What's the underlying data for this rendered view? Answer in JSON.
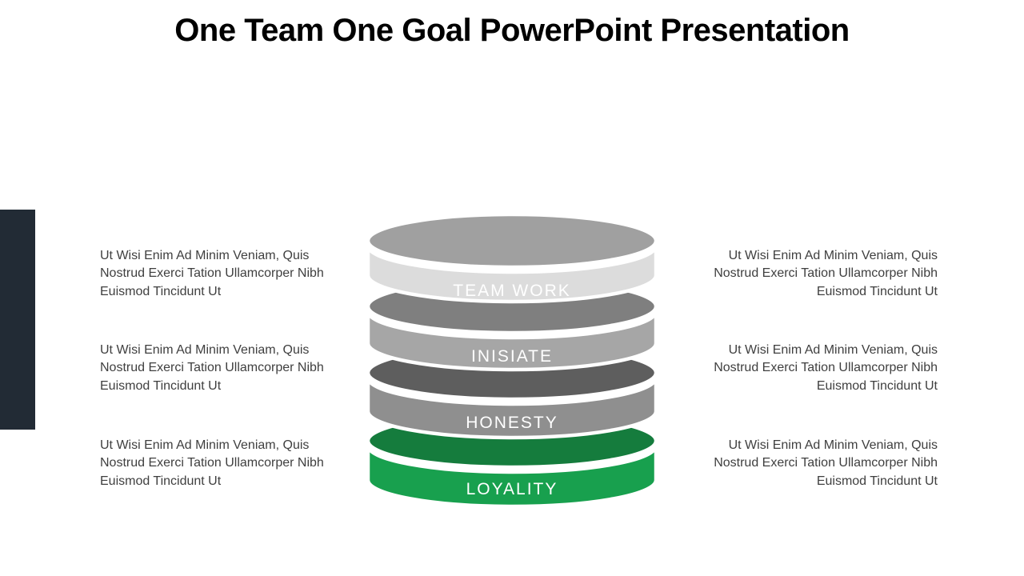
{
  "slide": {
    "title": "One Team One Goal PowerPoint Presentation",
    "background_color": "#ffffff",
    "accent_bar_color": "#222B35"
  },
  "diagram": {
    "type": "stacked-cylinder",
    "label_color": "#ffffff",
    "layers": [
      {
        "label": "TEAM WORK",
        "top_color": "#a0a0a0",
        "side_color": "#dcdcdc"
      },
      {
        "label": "INISIATE",
        "top_color": "#7f7f7f",
        "side_color": "#a6a6a6"
      },
      {
        "label": "HONESTY",
        "top_color": "#5e5e5e",
        "side_color": "#8f8f8f"
      },
      {
        "label": "LOYALITY",
        "top_color": "#157c3d",
        "side_color": "#18a04e"
      }
    ]
  },
  "body_text": {
    "color": "#3f3f3f",
    "line1": "Ut Wisi Enim Ad Minim Veniam, Quis",
    "line2": "Nostrud Exerci Tation Ullamcorper Nibh",
    "line3": "Euismod Tincidunt Ut"
  }
}
